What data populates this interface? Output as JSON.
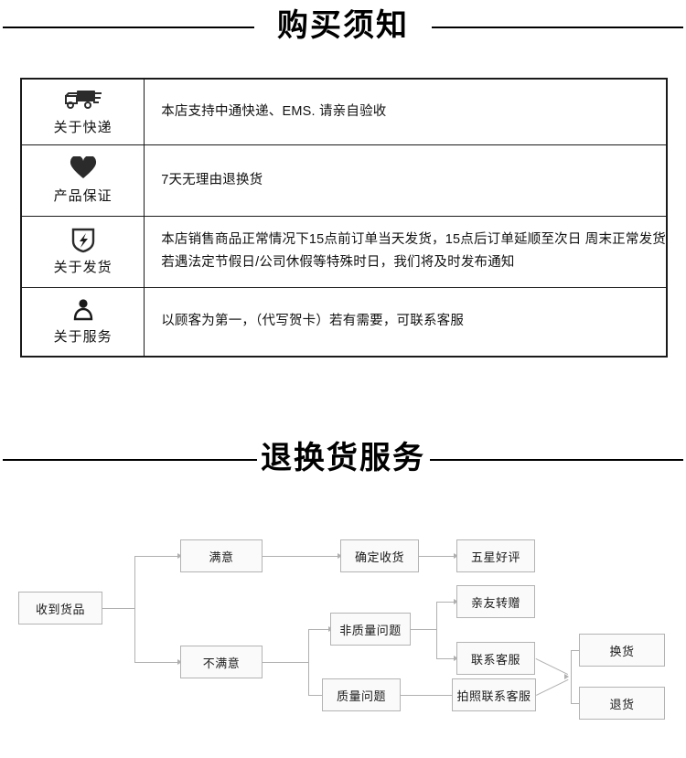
{
  "sections": {
    "notice": {
      "title": "购买须知",
      "rows": [
        {
          "icon": "truck-icon",
          "label": "关于快递",
          "lines": [
            "本店支持中通快递、EMS. 请亲自验收"
          ]
        },
        {
          "icon": "heart-icon",
          "label": "产品保证",
          "lines": [
            "7天无理由退换货"
          ]
        },
        {
          "icon": "shield-bolt-icon",
          "label": "关于发货",
          "lines": [
            "本店销售商品正常情况下15点前订单当天发货，15点后订单延顺至次日 周末正常发货",
            "若遇法定节假日/公司休假等特殊时日，我们将及时发布通知"
          ]
        },
        {
          "icon": "person-icon",
          "label": "关于服务",
          "lines": [
            "以顾客为第一，（代写贺卡）若有需要，可联系客服"
          ]
        }
      ]
    },
    "returns": {
      "title": "退换货服务",
      "flow": {
        "nodes": [
          {
            "id": "received",
            "label": "收到货品"
          },
          {
            "id": "satisfied",
            "label": "满意"
          },
          {
            "id": "unsatisfied",
            "label": "不满意"
          },
          {
            "id": "confirm",
            "label": "确定收货"
          },
          {
            "id": "five-star",
            "label": "五星好评"
          },
          {
            "id": "non-quality",
            "label": "非质量问题"
          },
          {
            "id": "quality",
            "label": "质量问题"
          },
          {
            "id": "gift",
            "label": "亲友转赠"
          },
          {
            "id": "contact",
            "label": "联系客服"
          },
          {
            "id": "photo-contact",
            "label": "拍照联系客服"
          },
          {
            "id": "exchange",
            "label": "换货"
          },
          {
            "id": "refund",
            "label": "退货"
          }
        ]
      }
    }
  },
  "colors": {
    "rule": "#000000",
    "table_border": "#1a1a1a",
    "flow_border": "#b3b3b3",
    "flow_line": "#b0b0b0",
    "flow_fill": "#fafafa",
    "text": "#111111"
  }
}
